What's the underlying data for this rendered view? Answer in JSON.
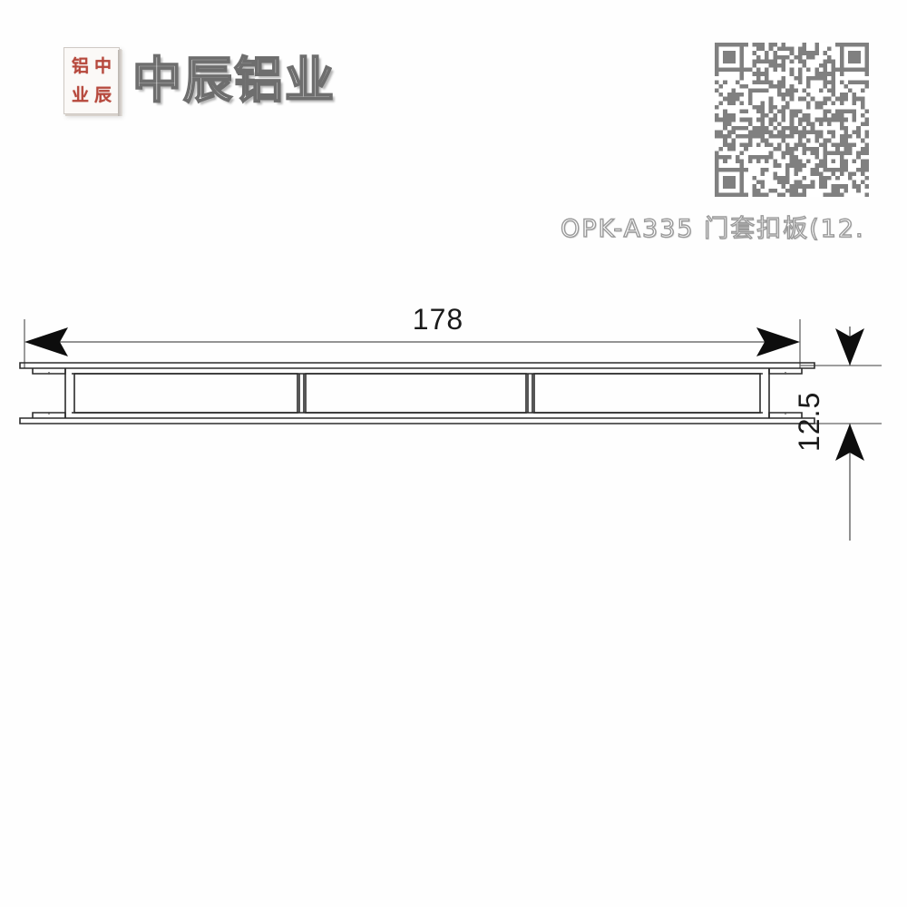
{
  "header": {
    "seal": {
      "name": "company-seal",
      "characters": [
        "铝",
        "中",
        "业",
        "辰"
      ],
      "color": "#b6483c"
    },
    "brand_name": "中辰铝业",
    "brand_outline_color": "#6e6e6e",
    "qr": {
      "name": "qr-code",
      "color": "#808080",
      "modules": 37
    }
  },
  "label": {
    "product_code": "OPK-A335",
    "product_name": "门套扣板(12.",
    "full_text": "OPK-A335  门套扣板(12.",
    "color": "#9a9a9a"
  },
  "drawing": {
    "title": "aluminium-profile-cross-section",
    "line_color": "#2b2b2b",
    "fill_color": "#ffffff",
    "dimensions": {
      "width": {
        "value": "178",
        "unit": "mm",
        "orientation": "horizontal",
        "arrow_style": "outward-filled"
      },
      "height": {
        "value": "12.5",
        "unit": "mm",
        "orientation": "vertical-rotated",
        "arrow_style": "inward-filled"
      }
    },
    "chambers": 3,
    "end_detail": "c-channel-lip-both-ends"
  }
}
